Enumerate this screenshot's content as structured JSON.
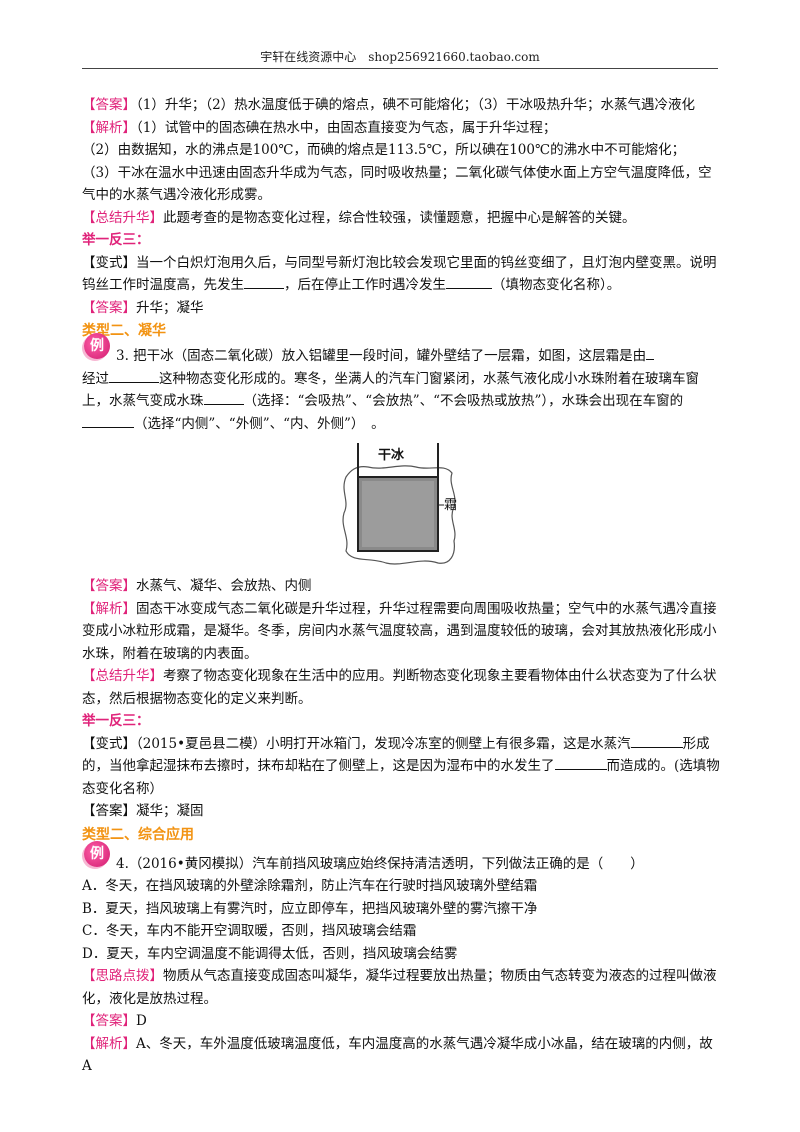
{
  "header": "宇轩在线资源中心　shop256921660.taobao.com",
  "tags": {
    "answer": "【答案】",
    "analysis": "【解析】",
    "summary": "【总结升华】",
    "variant": "【变式】",
    "hint": "【思路点拨】"
  },
  "sec1": {
    "answer": "（1）升华；（2）热水温度低于碘的熔点，碘不可能熔化；（3）干冰吸热升华；水蒸气遇冷液化",
    "analysis1": "（1）试管中的固态碘在热水中，由固态直接变为气态，属于升华过程；",
    "analysis2": "（2）由数据知，水的沸点是100℃，而碘的熔点是113.5℃，所以碘在100℃的沸水中不可能熔化；",
    "analysis3": "（3）干冰在温水中迅速由固态升华成为气态，同时吸收热量；二氧化碳气体使水面上方空气温度降低，空气中的水蒸气遇冷液化形成雾。",
    "summary": "此题考查的是物态变化过程，综合性较强，读懂题意，把握中心是解答的关键。",
    "juyi": "举一反三：",
    "variant_a": "当一个白炽灯泡用久后，与同型号新灯泡比较会发现它里面的钨丝变细了，且灯泡内壁变黑。说明钨丝工作时温度高，先发生",
    "variant_b": "，后在停止工作时遇冷发生",
    "variant_c": "（填物态变化名称）。",
    "variant_answer": "升华；凝华"
  },
  "sec2": {
    "title": "类型二、凝华",
    "badge": "例",
    "q_a": "3. 把干冰（固态二氧化碳）放入铝罐里一段时间，罐外壁结了一层霜，如图，这层霜是由",
    "q_b": "经过",
    "q_c": "这种物态变化形成的。寒冬，坐满人的汽车门窗紧闭，水蒸气液化成小水珠附着在玻璃车窗上，水蒸气变成水珠",
    "q_d": "（选择：“会吸热”、“会放热”、“不会吸热或放热”），水珠会出现在车窗的",
    "q_e": "（选择“内侧”、“外侧”、“内、外侧”）　。",
    "fig_top": "干冰",
    "fig_side": "霜",
    "answer": "水蒸气、凝华、会放热、内侧",
    "analysis": "固态干冰变成气态二氧化碳是升华过程，升华过程需要向周围吸收热量；空气中的水蒸气遇冷直接变成小冰粒形成霜，是凝华。冬季，房间内水蒸气温度较高，遇到温度较低的玻璃，会对其放热液化形成小水珠，附着在玻璃的内表面。",
    "summary": "考察了物态变化现象在生活中的应用。判断物态变化现象主要看物体由什么状态变为了什么状态，然后根据物态变化的定义来判断。",
    "juyi": "举一反三：",
    "variant_a": "（2015•夏邑县二模）小明打开冰箱门，发现冷冻室的侧壁上有很多霜，这是水蒸汽",
    "variant_b": "形成的，当他拿起湿抹布去擦时，抹布却粘在了侧壁上，这是因为湿布中的水发生了",
    "variant_c": "而造成的。(选填物态变化名称）",
    "variant_answer": "凝华；凝固"
  },
  "sec3": {
    "title": "类型二、综合应用",
    "badge": "例",
    "question": "4.（2016•黄冈模拟）汽车前挡风玻璃应始终保持清洁透明，下列做法正确的是（　　）",
    "options": [
      "A．冬天，在挡风玻璃的外壁涂除霜剂，防止汽车在行驶时挡风玻璃外壁结霜",
      "B．夏天，挡风玻璃上有雾汽时，应立即停车，把挡风玻璃外壁的雾汽擦干净",
      "C．冬天，车内不能开空调取暖，否则，挡风玻璃会结霜",
      "D．夏天，车内空调温度不能调得太低，否则，挡风玻璃会结雾"
    ],
    "hint": "物质从气态直接变成固态叫凝华，凝华过程要放出热量；物质由气态转变为液态的过程叫做液化，液化是放热过程。",
    "answer": "D",
    "analysis": "A、冬天，车外温度低玻璃温度低，车内温度高的水蒸气遇冷凝华成小冰晶，结在玻璃的内侧，故A"
  }
}
